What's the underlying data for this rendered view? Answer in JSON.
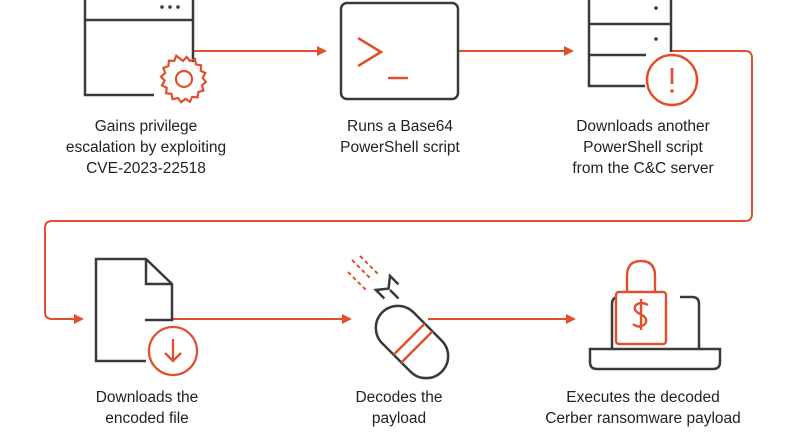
{
  "colors": {
    "accent": "#e0502d",
    "stroke": "#3a3a3a",
    "text": "#222222",
    "background": "#ffffff"
  },
  "steps": [
    {
      "id": 1,
      "icon": "browser-window-gear-icon",
      "caption": [
        "Gains privilege",
        "escalation by exploiting",
        "CVE-2023-22518"
      ]
    },
    {
      "id": 2,
      "icon": "terminal-prompt-icon",
      "caption": [
        "Runs a Base64",
        "PowerShell script"
      ]
    },
    {
      "id": 3,
      "icon": "server-alert-icon",
      "caption": [
        "Downloads another",
        "PowerShell script",
        "from the C&C server"
      ]
    },
    {
      "id": 4,
      "icon": "document-download-icon",
      "caption": [
        "Downloads the",
        "encoded file"
      ]
    },
    {
      "id": 5,
      "icon": "bomb-payload-icon",
      "caption": [
        "Decodes the",
        "payload"
      ]
    },
    {
      "id": 6,
      "icon": "laptop-ransom-lock-icon",
      "caption": [
        "Executes the decoded",
        "Cerber ransomware payload"
      ]
    }
  ]
}
